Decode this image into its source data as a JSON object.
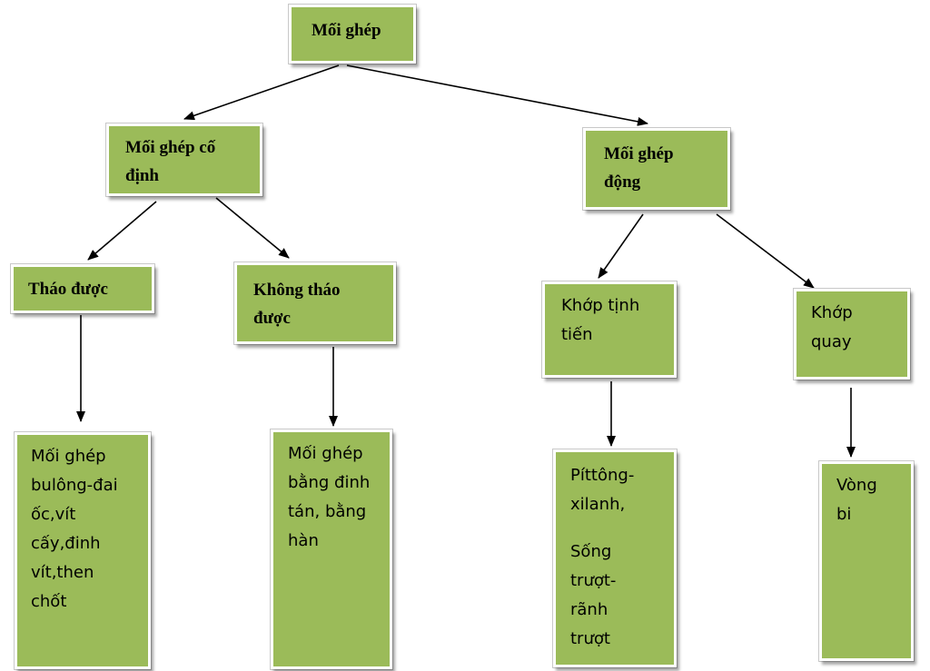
{
  "colors": {
    "box_fill": "#9bbb59",
    "arrow": "#000000"
  },
  "nodes": {
    "root": {
      "lines": [
        "Mối ghép"
      ]
    },
    "fixed": {
      "lines": [
        "Mối ghép cố",
        "định"
      ]
    },
    "moving": {
      "lines": [
        "Mối ghép",
        "động"
      ]
    },
    "removable": {
      "lines": [
        "Tháo được"
      ]
    },
    "permanent": {
      "lines": [
        "Không tháo",
        "được"
      ]
    },
    "sliding": {
      "lines": [
        "Khớp tịnh",
        "tiến"
      ]
    },
    "rotary": {
      "lines": [
        "Khớp",
        "quay"
      ]
    },
    "removable_ex": {
      "lines": [
        "Mối ghép",
        "bulông-đai",
        "ốc,vít",
        "cấy,đinh",
        "vít,then",
        "chốt"
      ]
    },
    "permanent_ex": {
      "lines": [
        "Mối ghép",
        "bằng đinh",
        "tán, bằng",
        "hàn"
      ]
    },
    "sliding_ex": {
      "lines": [
        "Píttông-",
        "xilanh,",
        "",
        "Sống",
        "trượt-",
        "rãnh",
        "trượt"
      ]
    },
    "rotary_ex": {
      "lines": [
        "Vòng",
        "bi"
      ]
    }
  }
}
